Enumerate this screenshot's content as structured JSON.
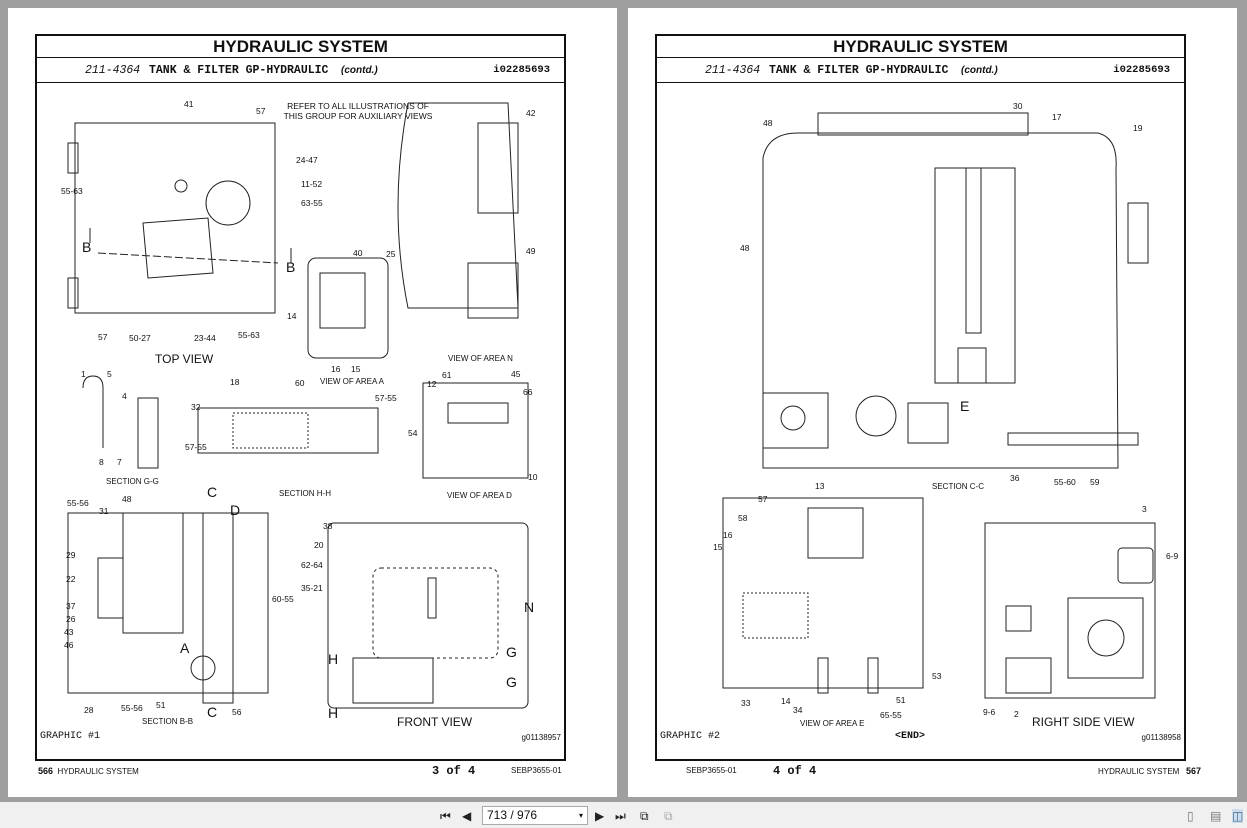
{
  "pages": [
    {
      "title": "HYDRAULIC SYSTEM",
      "part_number": "211-4364",
      "part_name": "TANK & FILTER GP-HYDRAULIC",
      "contd": "(contd.)",
      "illus_id": "i02285693",
      "graphic": "GRAPHIC #1",
      "graphic_id": "g01138957",
      "footer_page": "566",
      "footer_section": "HYDRAULIC SYSTEM",
      "footer_sheet": "3 of 4",
      "footer_doc": "SEBP3655-01",
      "note": "REFER TO ALL ILLUSTRATIONS OF THIS GROUP FOR AUXILIARY VIEWS",
      "views": [
        "TOP VIEW",
        "FRONT VIEW"
      ],
      "captions": [
        "VIEW OF AREA A",
        "VIEW OF AREA N",
        "SECTION G-G",
        "SECTION H-H",
        "VIEW OF AREA D",
        "SECTION B-B"
      ],
      "callouts": [
        "41",
        "57",
        "42",
        "24-47",
        "55-63",
        "11-52",
        "63-55",
        "40",
        "25",
        "49",
        "14",
        "57",
        "50-27",
        "23-44",
        "55-63",
        "16",
        "15",
        "1",
        "5",
        "18",
        "60",
        "45",
        "61",
        "12",
        "66",
        "4",
        "32",
        "57-55",
        "54",
        "57-55",
        "8",
        "7",
        "10",
        "55-56",
        "48",
        "31",
        "38",
        "20",
        "29",
        "62-64",
        "22",
        "35-21",
        "60-55",
        "37",
        "26",
        "43",
        "46",
        "28",
        "55-56",
        "51",
        "56"
      ],
      "letters": [
        "B",
        "B",
        "C",
        "D",
        "N",
        "A",
        "G",
        "H",
        "G",
        "C",
        "H"
      ]
    },
    {
      "title": "HYDRAULIC SYSTEM",
      "part_number": "211-4364",
      "part_name": "TANK & FILTER GP-HYDRAULIC",
      "contd": "(contd.)",
      "illus_id": "i02285693",
      "graphic": "GRAPHIC #2",
      "end_marker": "<END>",
      "graphic_id": "g01138958",
      "footer_page": "567",
      "footer_section": "HYDRAULIC SYSTEM",
      "footer_sheet": "4 of 4",
      "footer_doc": "SEBP3655-01",
      "views": [
        "RIGHT SIDE VIEW"
      ],
      "captions": [
        "SECTION C-C",
        "VIEW OF AREA E"
      ],
      "callouts": [
        "30",
        "17",
        "48",
        "19",
        "48",
        "36",
        "55-60",
        "59",
        "13",
        "57",
        "58",
        "16",
        "15",
        "3",
        "6-9",
        "53",
        "33",
        "14",
        "34",
        "51",
        "65-55",
        "9-6",
        "2"
      ],
      "letters": [
        "E"
      ]
    }
  ],
  "toolbar": {
    "page_indicator": "713 / 976",
    "icons": [
      "first-page-icon",
      "prev-page-icon",
      "next-page-icon",
      "last-page-icon",
      "rotate-icon",
      "fit-icon",
      "single-page-icon",
      "continuous-icon",
      "two-page-icon"
    ]
  }
}
